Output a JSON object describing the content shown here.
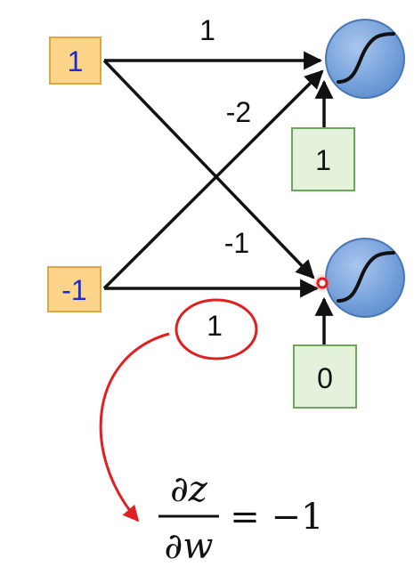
{
  "inputs": {
    "top": "1",
    "bottom": "-1"
  },
  "weights": {
    "top_to_top": "1",
    "bottom_to_top": "-2",
    "top_to_bottom": "-1",
    "bottom_to_bottom": "1"
  },
  "biases": {
    "top": "1",
    "bottom": "0"
  },
  "formula": {
    "numerator": "∂z",
    "denominator": "∂w",
    "equals": "=",
    "value": "−1"
  },
  "colors": {
    "input_box_fill": "#fcd48a",
    "input_box_stroke": "#e0a640",
    "input_text": "#1a2bd6",
    "bias_box_fill": "#e4f2dc",
    "bias_box_stroke": "#6aa85a",
    "neuron_fill": "#6f9fd8",
    "neuron_stroke": "#4a77b4",
    "annotation": "#e02020"
  }
}
